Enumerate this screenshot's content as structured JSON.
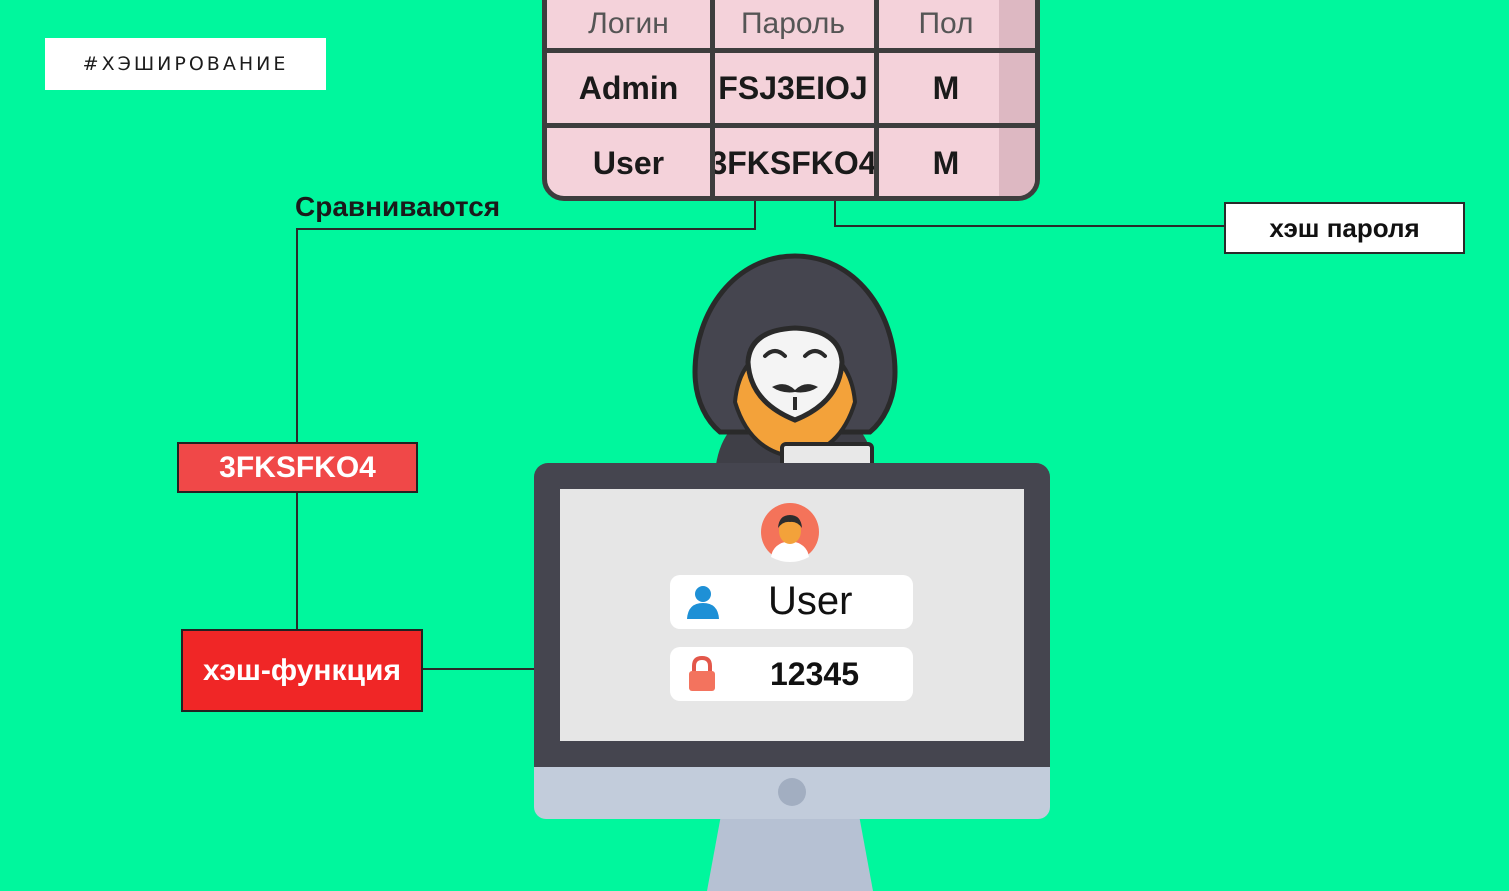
{
  "tag": "#ХЭШИРОВАНИЕ",
  "db_table": {
    "headers": [
      "Логин",
      "Пароль",
      "Пол"
    ],
    "rows": [
      [
        "Admin",
        "FSJ3EIOJ",
        "M"
      ],
      [
        "User",
        "3FKSFKO4",
        "M"
      ]
    ]
  },
  "labels": {
    "compared": "Сравниваются",
    "password_hash": "хэш пароля",
    "computed_hash": "3FKSFKO4",
    "hash_function": "хэш-функция"
  },
  "login_form": {
    "username": "User",
    "password": "12345"
  },
  "colors": {
    "background": "#00F79D",
    "table_fill": "#F4D2DA",
    "hash_red": "#F04848",
    "function_red": "#F02626"
  },
  "icons": [
    "user-avatar-icon",
    "person-icon",
    "lock-icon",
    "hacker-illustration"
  ]
}
